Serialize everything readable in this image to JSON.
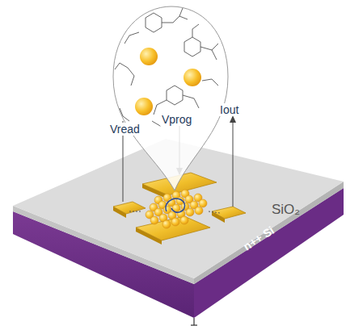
{
  "diagram": {
    "labels": [
      "Vread",
      "Vprog",
      "Iout",
      "SiO₂",
      "n++ Si"
    ]
  }
}
